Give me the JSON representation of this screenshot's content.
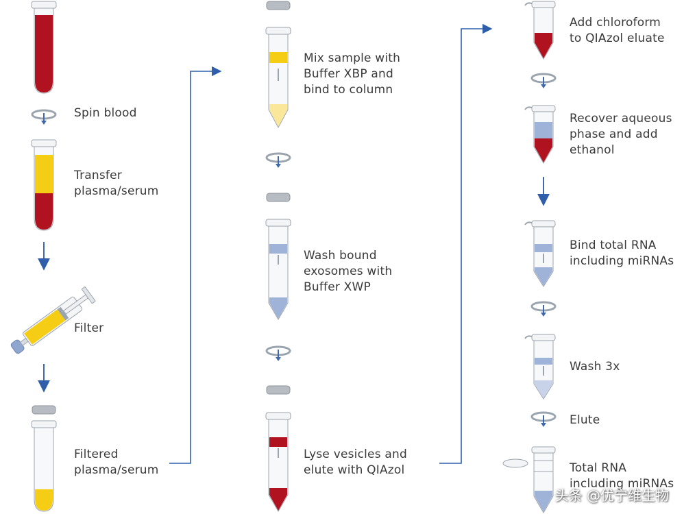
{
  "colors": {
    "blood": "#b0121f",
    "plasma": "#f5cd15",
    "plasma_light": "#fbe79a",
    "buffer_blue": "#9fb2d8",
    "arrow_blue": "#3f68ad",
    "connector": "#2f5faa",
    "tube_outline": "#9aa4ae",
    "cap_gray": "#b7bcc2"
  },
  "columns": [
    {
      "steps": [
        {
          "label": "Spin blood"
        },
        {
          "label": "Transfer\nplasma/serum"
        },
        {
          "label": "Filter"
        },
        {
          "label": "Filtered\nplasma/serum"
        }
      ]
    },
    {
      "steps": [
        {
          "label": "Mix sample with\nBuffer XBP and\nbind to column"
        },
        {
          "label": "Wash bound\nexosomes with\nBuffer XWP"
        },
        {
          "label": "Lyse vesicles and\nelute with QIAzol"
        }
      ]
    },
    {
      "steps": [
        {
          "label": "Add chloroform\nto QIAzol eluate"
        },
        {
          "label": "Recover aqueous\nphase and add\nethanol"
        },
        {
          "label": "Bind total RNA\nincluding miRNAs"
        },
        {
          "label": "Wash 3x"
        },
        {
          "label": "Elute"
        },
        {
          "label": "Total RNA\nincluding miRNAs"
        }
      ]
    }
  ],
  "watermark": "头条 @优宁维生物"
}
